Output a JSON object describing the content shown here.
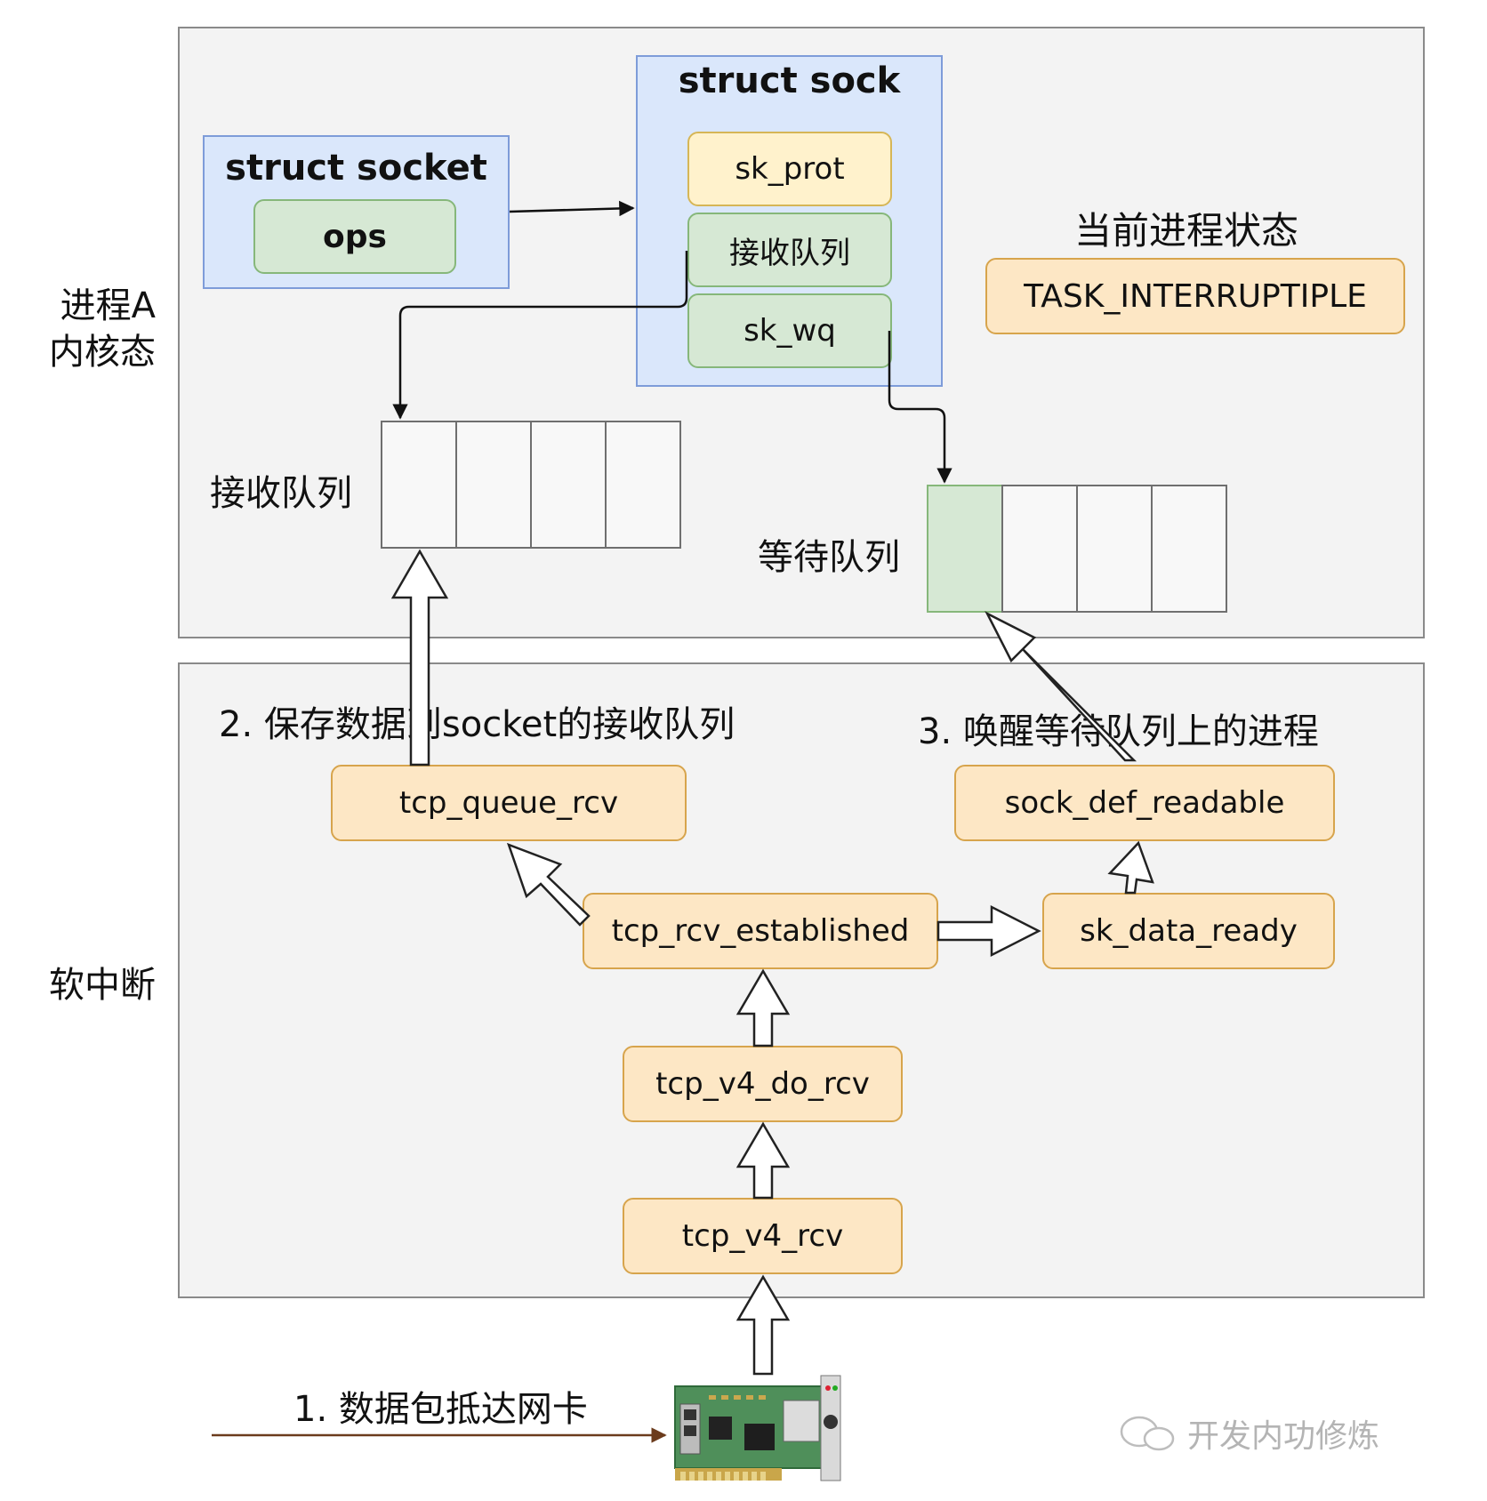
{
  "regions": {
    "kernel_label": "进程A\n内核态",
    "softirq_label": "软中断"
  },
  "socket": {
    "title": "struct socket",
    "ops": "ops"
  },
  "sock": {
    "title": "struct sock",
    "sk_prot": "sk_prot",
    "recv_queue": "接收队列",
    "sk_wq": "sk_wq"
  },
  "process_state": {
    "title": "当前进程状态",
    "value": "TASK_INTERRUPTIPLE"
  },
  "queues": {
    "recv_label": "接收队列",
    "wait_label": "等待队列"
  },
  "steps": {
    "step1": "1. 数据包抵达网卡",
    "step2": "2. 保存数据到socket的接收队列",
    "step3": "3. 唤醒等待队列上的进程"
  },
  "functions": {
    "tcp_queue_rcv": "tcp_queue_rcv",
    "sock_def_readable": "sock_def_readable",
    "tcp_rcv_established": "tcp_rcv_established",
    "sk_data_ready": "sk_data_ready",
    "tcp_v4_do_rcv": "tcp_v4_do_rcv",
    "tcp_v4_rcv": "tcp_v4_rcv"
  },
  "watermark": "开发内功修炼",
  "colors": {
    "region_bg": "#f3f3f3",
    "struct_bg": "#dae7fb",
    "green_box": "#d6e8d4",
    "yellow_box": "#fff2cc",
    "orange_box": "#fde7c5",
    "step1_arrow": "#6b3b1c"
  }
}
